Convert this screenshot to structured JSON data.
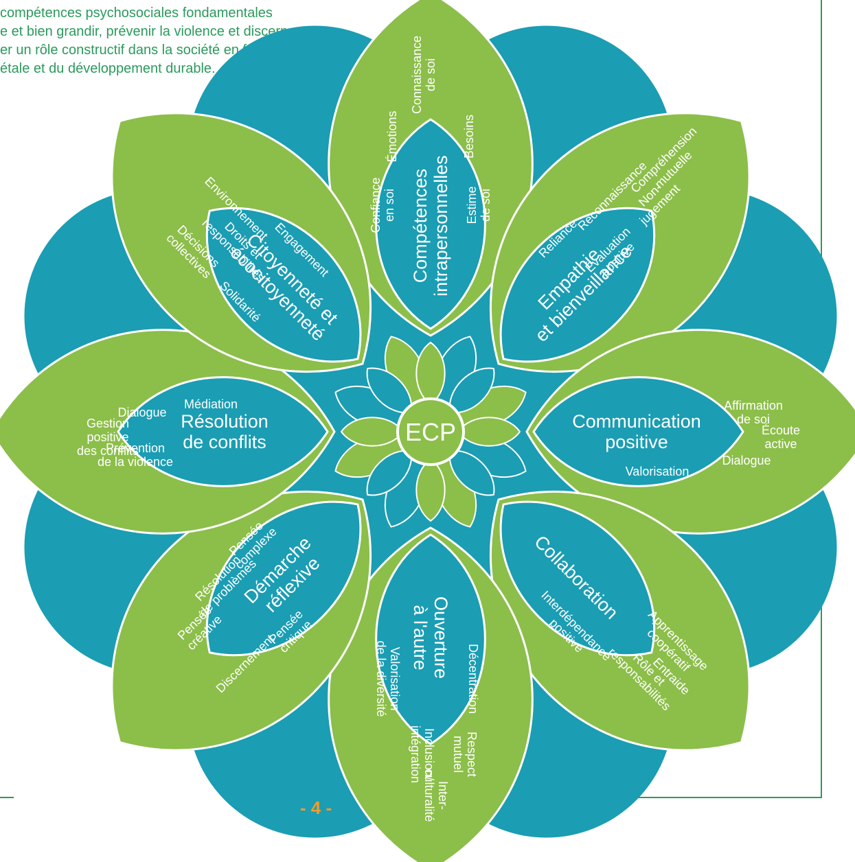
{
  "intro": {
    "lines": [
      "compétences psychosociales fondamentales",
      "e et bien grandir, prévenir la violence et discerner",
      "er un rôle constructif dans la société en faveur",
      "étale et du développement durable."
    ]
  },
  "page_number": "- 4 -",
  "colors": {
    "teal": "#1b9db3",
    "green": "#8cbe4a",
    "frame": "#2a9a5c",
    "intro_text": "#2a9a5c",
    "page_number": "#f39c2a"
  },
  "diagram": {
    "center": "ECP",
    "petals": [
      {
        "title": [
          "Compétences",
          "intrapersonnelles"
        ],
        "skills": [
          {
            "lines": [
              "Connaissance",
              "de soi"
            ]
          },
          {
            "lines": [
              "Émotions"
            ]
          },
          {
            "lines": [
              "Besoins"
            ]
          },
          {
            "lines": [
              "Confiance",
              "en soi"
            ]
          },
          {
            "lines": [
              "Estime",
              "de soi"
            ]
          }
        ]
      },
      {
        "title": [
          "Empathie",
          "et bienveillance"
        ],
        "skills": [
          {
            "lines": [
              "Reliance"
            ]
          },
          {
            "lines": [
              "Reconnaissance"
            ]
          },
          {
            "lines": [
              "Compréhension",
              "mutuelle"
            ]
          },
          {
            "lines": [
              "Non-",
              "jugement"
            ]
          },
          {
            "lines": [
              "Évaluation",
              "positive"
            ]
          }
        ]
      },
      {
        "title": [
          "Communication",
          "positive"
        ],
        "skills": [
          {
            "lines": [
              "Affirmation",
              "de soi"
            ]
          },
          {
            "lines": [
              "Écoute",
              "active"
            ]
          },
          {
            "lines": [
              "Dialogue"
            ]
          },
          {
            "lines": [
              "Valorisation"
            ]
          }
        ]
      },
      {
        "title": [
          "Collaboration"
        ],
        "skills": [
          {
            "lines": [
              "Apprentissage",
              "coopératif"
            ]
          },
          {
            "lines": [
              "Entraide"
            ]
          },
          {
            "lines": [
              "Rôle et",
              "responsabilités"
            ]
          },
          {
            "lines": [
              "Interdépendance",
              "positive"
            ]
          }
        ]
      },
      {
        "title": [
          "Ouverture",
          "à l'autre"
        ],
        "skills": [
          {
            "lines": [
              "Décentration"
            ]
          },
          {
            "lines": [
              "Valorisation",
              "de la diversité"
            ]
          },
          {
            "lines": [
              "Respect",
              "mutuel"
            ]
          },
          {
            "lines": [
              "Inclusion/",
              "intégration"
            ]
          },
          {
            "lines": [
              "Inter-",
              "culturalité"
            ]
          }
        ]
      },
      {
        "title": [
          "Démarche",
          "réflexive"
        ],
        "skills": [
          {
            "lines": [
              "Discernement"
            ]
          },
          {
            "lines": [
              "Pensée",
              "critique"
            ]
          },
          {
            "lines": [
              "Pensée",
              "créative"
            ]
          },
          {
            "lines": [
              "Résolution",
              "de problèmes"
            ]
          },
          {
            "lines": [
              "Pensée",
              "complexe"
            ]
          }
        ]
      },
      {
        "title": [
          "Résolution",
          "de conflits"
        ],
        "skills": [
          {
            "lines": [
              "Prévention",
              "de la violence"
            ]
          },
          {
            "lines": [
              "Gestion",
              "positive",
              "des conflits"
            ]
          },
          {
            "lines": [
              "Dialogue"
            ]
          },
          {
            "lines": [
              "Médiation"
            ]
          }
        ]
      },
      {
        "title": [
          "Citoyenneté et",
          "écocitoyenneté"
        ],
        "skills": [
          {
            "lines": [
              "Décisions",
              "collectives"
            ]
          },
          {
            "lines": [
              "Solidarité"
            ]
          },
          {
            "lines": [
              "Droits et",
              "responsabilités"
            ]
          },
          {
            "lines": [
              "Environnement"
            ]
          },
          {
            "lines": [
              "Engagement"
            ]
          }
        ]
      }
    ]
  }
}
